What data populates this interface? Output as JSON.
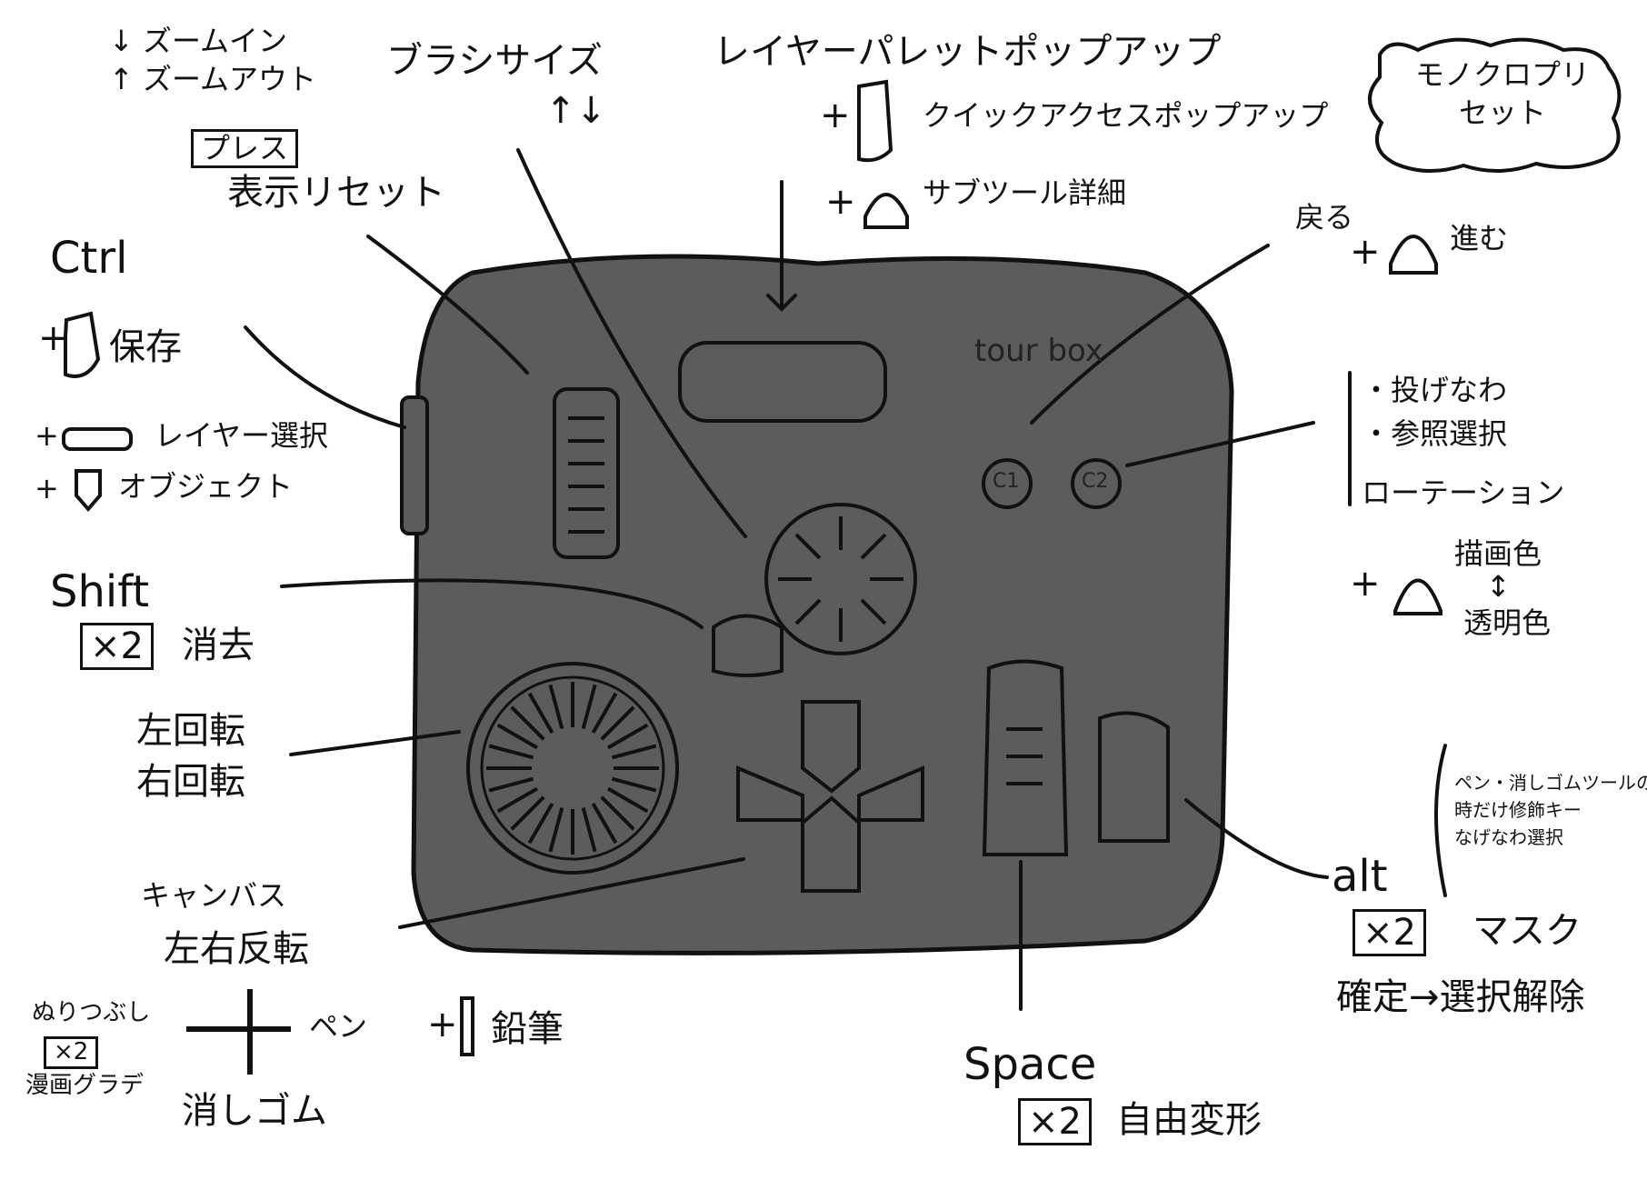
{
  "device": {
    "brand": "tour box",
    "c1": "C1",
    "c2": "C2",
    "colors": {
      "body": "#5c5c5c",
      "outline": "#111111",
      "paper": "#ffffff"
    }
  },
  "labels": {
    "zoom_in": "↓ ズームイン",
    "zoom_out": "↑ ズームアウト",
    "brush_size": "ブラシサイズ",
    "brush_arrows": "↑↓",
    "press_box": "プレス",
    "display_reset": "表示リセット",
    "ctrl": "Ctrl",
    "save_plus": "+",
    "save": "保存",
    "layer_select_plus": "+",
    "layer_select": "レイヤー選択",
    "object_plus": "+",
    "object": "オブジェクト",
    "shift": "Shift",
    "x2_erase_box": "×2",
    "erase": "消去",
    "rotate_left": "左回転",
    "rotate_right": "右回転",
    "canvas": "キャンバス",
    "canvas_flip": "左右反転",
    "fill": "ぬりつぶし",
    "fill_x2_box": "×2",
    "manga_gradient": "漫画グラデ",
    "pen": "ペン",
    "pencil_plus": "+",
    "pencil": "鉛筆",
    "eraser": "消しゴム",
    "layer_palette": "レイヤーパレットポップアップ",
    "quick_access_plus": "+",
    "quick_access": "クイックアクセスポップアップ",
    "subtool_plus": "+",
    "subtool_detail": "サブツール詳細",
    "mono_preset": "モノクロプリセット",
    "undo": "戻る",
    "redo_plus": "+",
    "redo": "進む",
    "c2_list": [
      "・投げなわ",
      "・参照選択",
      "ローテーション"
    ],
    "draw_color_plus": "+",
    "draw_color": "描画色",
    "swap_arrow": "↕",
    "transparent_color": "透明色",
    "alt_note": [
      "ペン・消しゴムツールの",
      "時だけ修飾キー",
      "なげなわ選択"
    ],
    "alt": "alt",
    "alt_x2_box": "×2",
    "mask": "マスク",
    "confirm_deselect": "確定→選択解除",
    "space": "Space",
    "space_x2_box": "×2",
    "free_transform": "自由変形"
  }
}
